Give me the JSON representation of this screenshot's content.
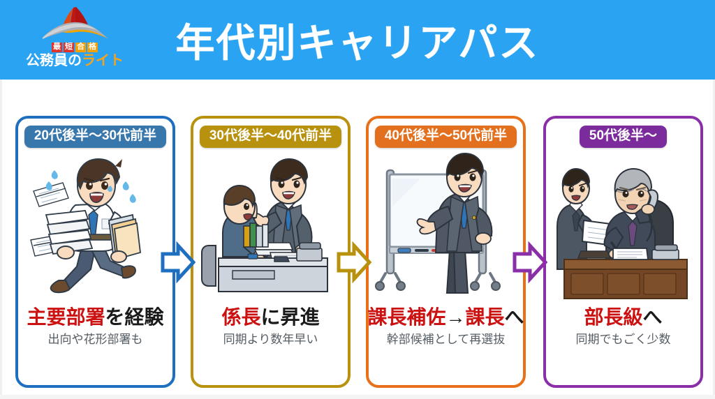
{
  "header": {
    "title": "年代別キャリアパス",
    "background_color": "#29a3f2",
    "logo": {
      "badge_text": [
        "最",
        "短",
        "合",
        "格"
      ],
      "brand_primary": "公務員の",
      "brand_accent": "ライト",
      "mark_colors": [
        "#d11f1f",
        "#f2a007",
        "#b9bcc0"
      ]
    }
  },
  "flow": {
    "arrows": [
      {
        "name": "arrow-1",
        "color": "#1f6fc0"
      },
      {
        "name": "arrow-2",
        "color": "#b8920f"
      },
      {
        "name": "arrow-3",
        "color": "#8b2fa8"
      }
    ]
  },
  "cards": [
    {
      "badge": "20代後半〜30代前半",
      "badge_color": "#3877ac",
      "border_color": "#1f6fc0",
      "title_highlight": "主要部署",
      "title_rest": "を経験",
      "subtitle": "出向や花形部署も",
      "illustration": "young-worker-running-with-documents"
    },
    {
      "badge": "30代後半〜40代前半",
      "badge_color": "#b8920f",
      "border_color": "#b8920f",
      "title_highlight": "係長",
      "title_rest": "に昇進",
      "subtitle": "同期より数年早い",
      "illustration": "supervisor-instructing-seated-staff-at-desk"
    },
    {
      "badge": "40代後半〜50代前半",
      "badge_color": "#e2701e",
      "border_color": "#e8701a",
      "title_highlight": "課長補佐",
      "title_mid": "→",
      "title_highlight2": "課長",
      "title_rest": "へ",
      "subtitle": "幹部候補として再選抜",
      "illustration": "manager-presenting-at-whiteboard"
    },
    {
      "badge": "50代後半〜",
      "badge_color": "#7b2b9c",
      "border_color": "#8b2fa8",
      "title_highlight": "部長級",
      "title_rest": "へ",
      "subtitle": "同期でもごく少数",
      "illustration": "executive-at-desk-on-phone-with-aide"
    }
  ]
}
